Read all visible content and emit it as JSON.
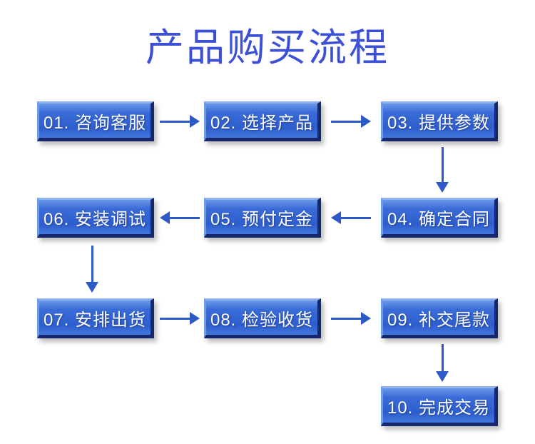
{
  "flow": {
    "title": "产品购买流程",
    "steps": [
      {
        "id": "01",
        "label": "01. 咨询客服"
      },
      {
        "id": "02",
        "label": "02. 选择产品"
      },
      {
        "id": "03",
        "label": "03. 提供参数"
      },
      {
        "id": "04",
        "label": "04. 确定合同"
      },
      {
        "id": "05",
        "label": "05. 预付定金"
      },
      {
        "id": "06",
        "label": "06. 安装调试"
      },
      {
        "id": "07",
        "label": "07. 安排出货"
      },
      {
        "id": "08",
        "label": "08. 检验收货"
      },
      {
        "id": "09",
        "label": "09. 补交尾款"
      },
      {
        "id": "10",
        "label": "10. 完成交易"
      }
    ],
    "edges": [
      {
        "from": "01",
        "to": "02",
        "direction": "right"
      },
      {
        "from": "02",
        "to": "03",
        "direction": "right"
      },
      {
        "from": "03",
        "to": "04",
        "direction": "down"
      },
      {
        "from": "04",
        "to": "05",
        "direction": "left"
      },
      {
        "from": "05",
        "to": "06",
        "direction": "left"
      },
      {
        "from": "06",
        "to": "07",
        "direction": "down"
      },
      {
        "from": "07",
        "to": "08",
        "direction": "right"
      },
      {
        "from": "08",
        "to": "09",
        "direction": "right"
      },
      {
        "from": "09",
        "to": "10",
        "direction": "down"
      }
    ],
    "colors": {
      "title_blue": "#3b50d6",
      "box_blue": "#3566d2",
      "box_highlight": "#8fb2ee",
      "box_border_dark": "#16276b",
      "arrow_blue": "#2d5ac8",
      "text_white": "#ffffff",
      "background": "#ffffff"
    }
  }
}
